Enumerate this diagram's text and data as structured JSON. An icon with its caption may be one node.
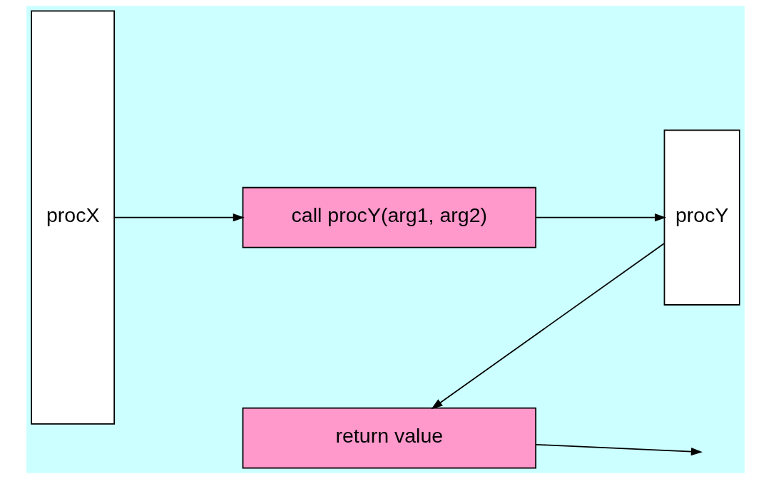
{
  "diagram": {
    "nodes": [
      {
        "text": [
          "procX"
        ]
      },
      {
        "text": [
          "call procY(arg1, arg2)"
        ]
      },
      {
        "text": [
          "procY"
        ]
      },
      {
        "text": [
          "return value"
        ]
      }
    ],
    "edges": [
      {
        "from": 0,
        "to": 1,
        "arrow": "to"
      },
      {
        "from": 1,
        "to": 2,
        "arrow": "to"
      },
      {
        "from": 2,
        "to": 3,
        "arrow": "to"
      },
      {
        "from": 3,
        "to": null,
        "arrow": "to"
      }
    ]
  }
}
